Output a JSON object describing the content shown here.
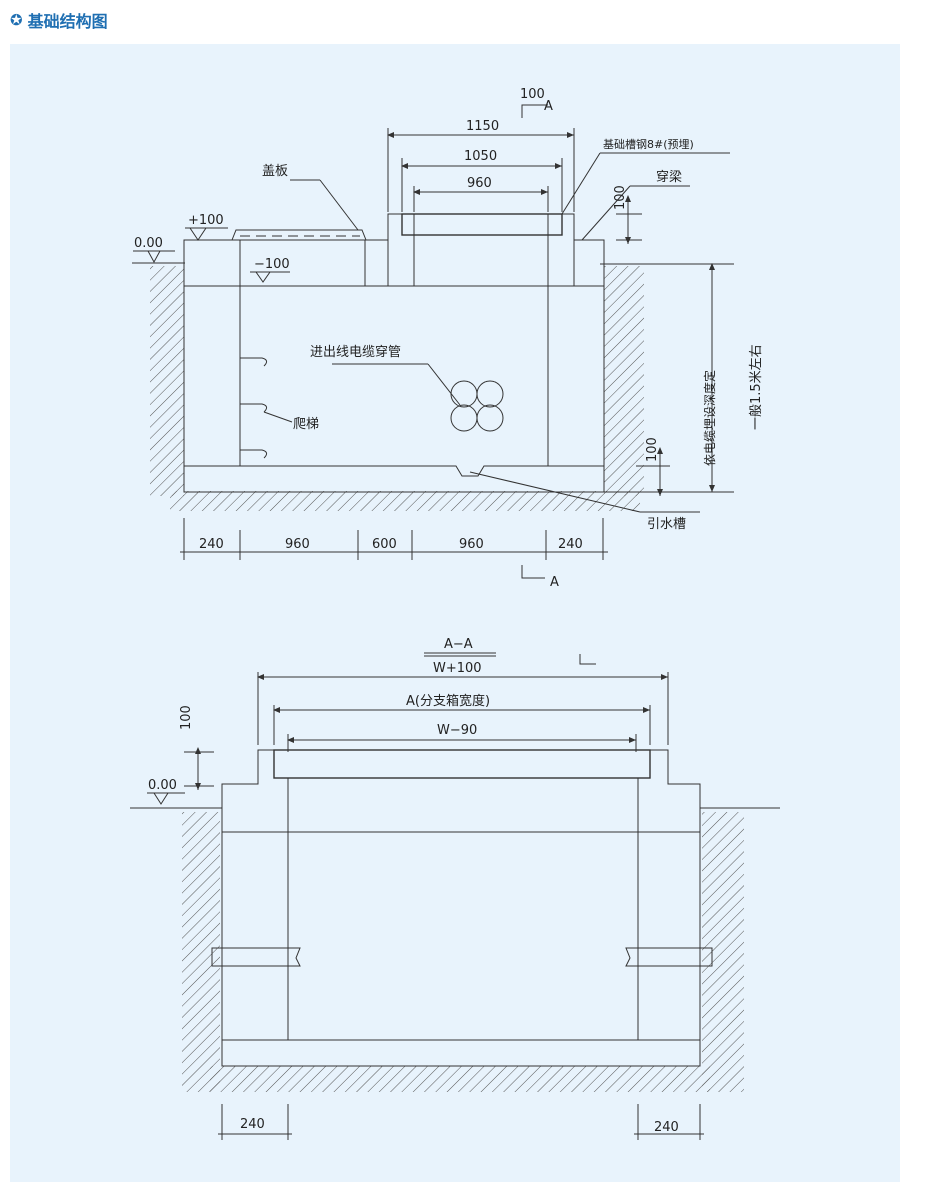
{
  "header": {
    "icon": "star-icon",
    "title": "基础结构图"
  },
  "diagram1": {
    "labels": {
      "section_a_top": "A",
      "section_a_bottom": "A",
      "dim_100_top": "100",
      "dim_1150": "1150",
      "dim_1050": "1050",
      "dim_960_top": "960",
      "dim_100_right": "100",
      "channel_steel": "基础槽钢8#(预埋)",
      "cross_beam": "穿梁",
      "cover": "盖板",
      "plus100": "+100",
      "zero": "0.00",
      "minus100": "−100",
      "cable_pipe": "进出线电缆穿管",
      "ladder": "爬梯",
      "depth_note": "依电缆埋设深度定",
      "depth_approx": "一般1.5米左右",
      "dim_100_bottom": "100",
      "drain": "引水槽"
    },
    "bottom_dims": [
      "240",
      "960",
      "600",
      "960",
      "240"
    ]
  },
  "diagram2": {
    "labels": {
      "section": "A−A",
      "w_plus_100": "W+100",
      "a_width": "A(分支箱宽度)",
      "w_minus_90": "W−90",
      "dim_100": "100",
      "zero": "0.00",
      "dim_240_left": "240",
      "dim_240_right": "240"
    }
  },
  "colors": {
    "panel_bg": "#e8f3fc",
    "title_blue": "#1f6fb2",
    "line": "#333333"
  }
}
